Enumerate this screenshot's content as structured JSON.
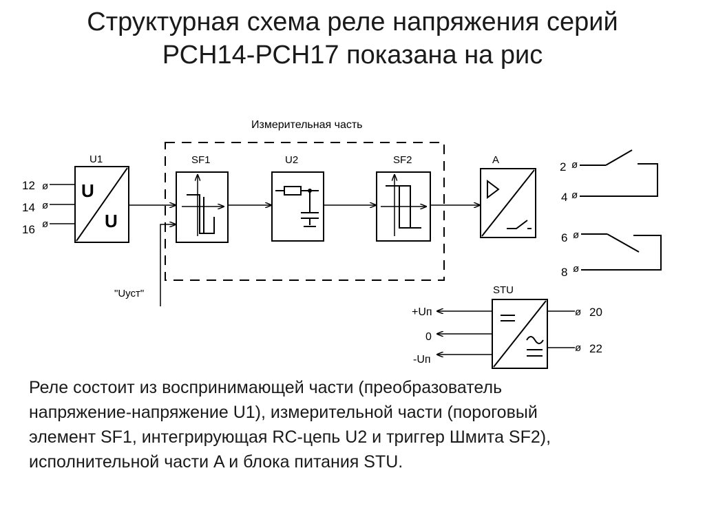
{
  "title": {
    "line1": "Структурная схема реле напряжения серий",
    "line2": "РСН14-РСН17 показана на рис"
  },
  "diagram": {
    "measuring_part_label": "Измерительная часть",
    "blocks": {
      "u1": {
        "label": "U1",
        "top_symbol": "U",
        "bottom_symbol": "U"
      },
      "sf1": {
        "label": "SF1"
      },
      "u2": {
        "label": "U2"
      },
      "sf2": {
        "label": "SF2"
      },
      "a": {
        "label": "A"
      },
      "stu": {
        "label": "STU"
      }
    },
    "input_terminals": [
      "12",
      "14",
      "16"
    ],
    "setpoint_label": "\"Uуст\"",
    "output_terminals": [
      "2",
      "4",
      "6",
      "8"
    ],
    "power_outputs": [
      "+Uп",
      "0",
      "-Uп"
    ],
    "power_terminals": [
      "20",
      "22"
    ]
  },
  "description": {
    "line1": " Реле состоит из воспринимающей части (преобразователь",
    "line2": "напряжение-напряжение U1), измерительной части (пороговый",
    "line3": "элемент SF1, интегрирующая RC-цепь U2 и триггер Шмита SF2),",
    "line4": "исполнительной части A и блока питания STU."
  }
}
